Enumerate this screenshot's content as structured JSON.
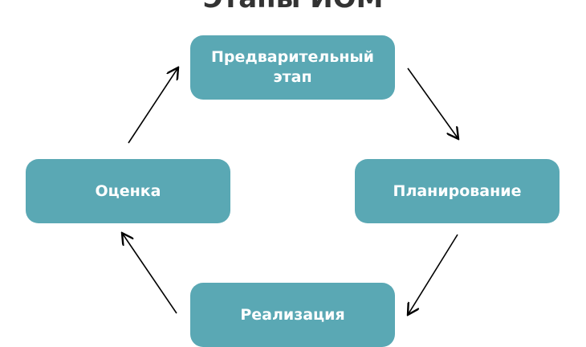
{
  "title": "Этапы ИОМ",
  "stages": [
    {
      "label": "Предварительный этап"
    },
    {
      "label": "Планирование"
    },
    {
      "label": "Реализация"
    },
    {
      "label": "Оценка"
    }
  ],
  "colors": {
    "box": "#5aa8b4"
  }
}
